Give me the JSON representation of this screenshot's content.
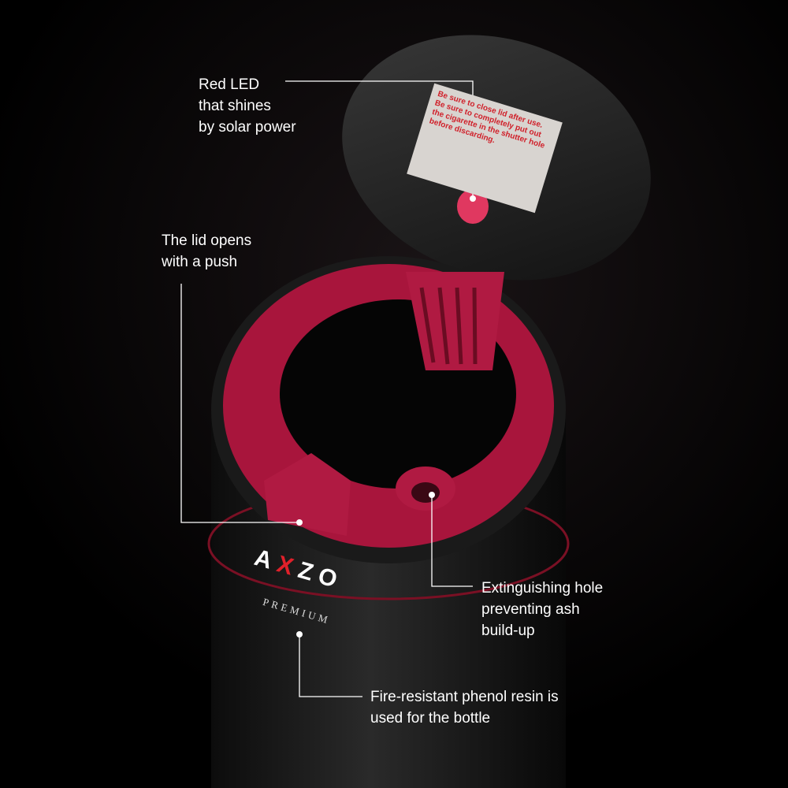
{
  "callouts": {
    "led": [
      "Red LED",
      "that shines",
      "by solar power"
    ],
    "lid": [
      "The lid opens",
      "with a push"
    ],
    "hole": [
      "Extinguishing hole",
      "preventing ash",
      "build-up"
    ],
    "resin": [
      "Fire-resistant phenol resin is",
      "used for the bottle"
    ]
  },
  "product": {
    "logo_pre": "A",
    "logo_x": "X",
    "logo_post": "ZO",
    "logo_sub": "PREMIUM",
    "sticker_text": "Be sure to close lid after use. Be sure to completely put out the cigarette in the shutter hole before discarding."
  },
  "colors": {
    "accent": "#b0163e",
    "background": "#000000"
  }
}
